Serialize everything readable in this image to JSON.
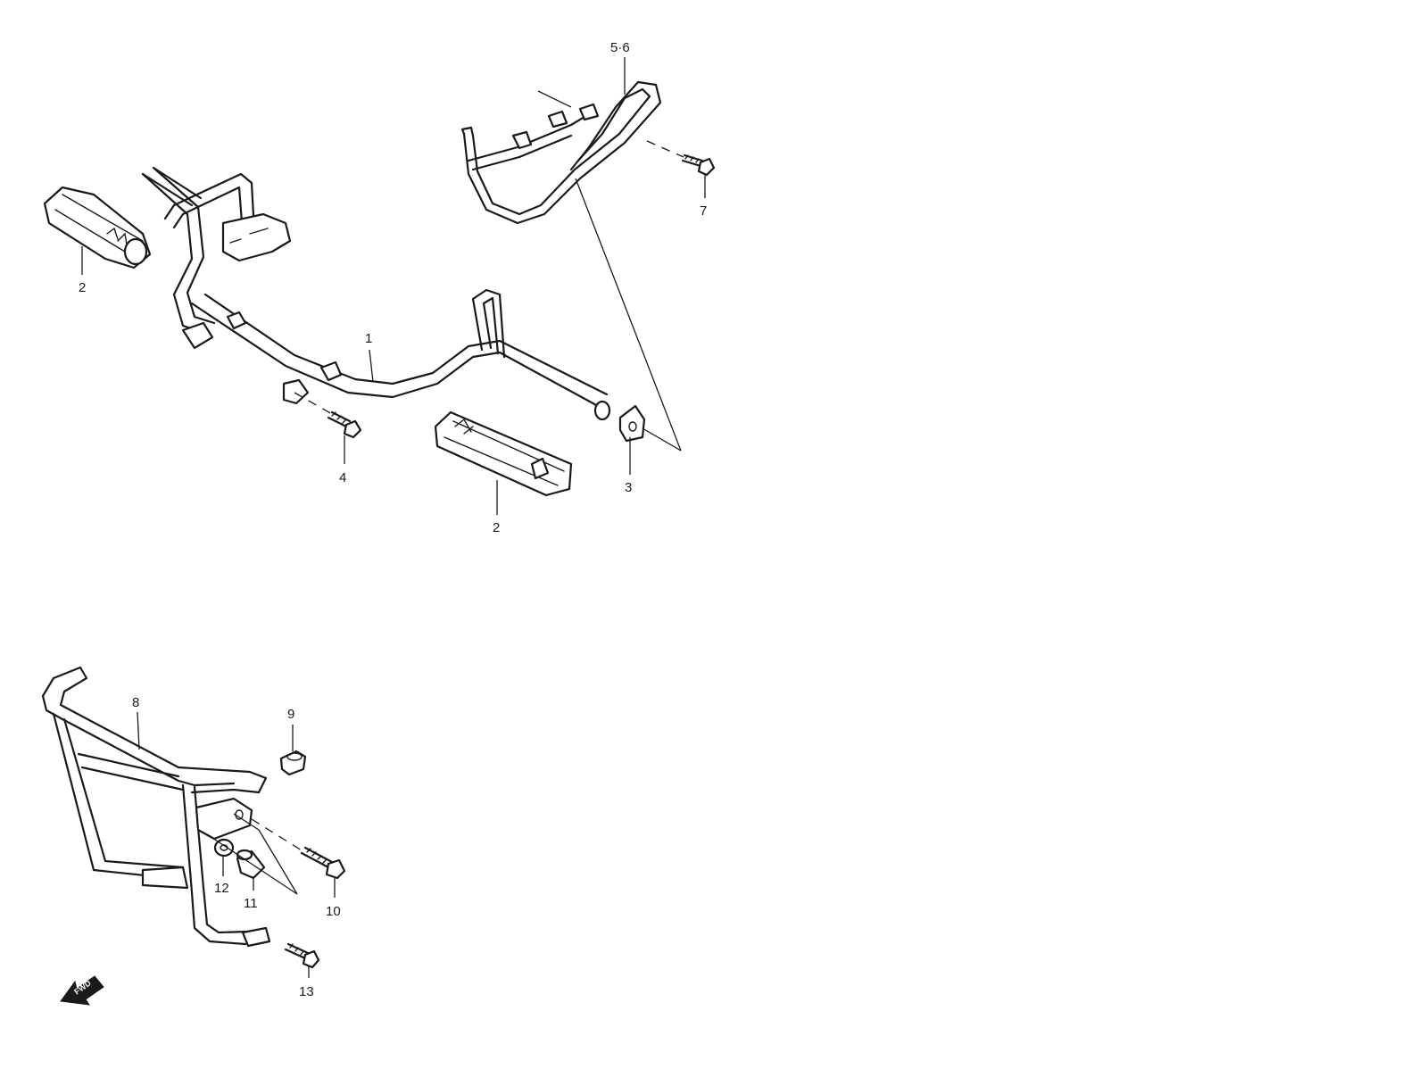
{
  "callouts": {
    "p1": "1",
    "p2a": "2",
    "p2b": "2",
    "p3": "3",
    "p4": "4",
    "p56": "5·6",
    "p7": "7",
    "p8": "8",
    "p9": "9",
    "p10": "10",
    "p11": "11",
    "p12": "12",
    "p13": "13"
  },
  "fwd_label": "FWD",
  "icons": {
    "direction": "fwd-arrow-icon"
  }
}
